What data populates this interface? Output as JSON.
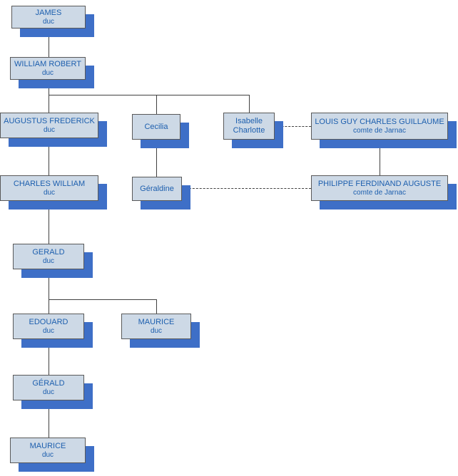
{
  "diagram": {
    "type": "family-tree",
    "colors": {
      "node_fill": "#cdd9e6",
      "node_border": "#595959",
      "node_text": "#1d5fae",
      "node_shadow": "#3e6fc7",
      "connector": "#404040",
      "background": "#ffffff"
    },
    "nodes": {
      "james": {
        "name": "JAMES",
        "title": "duc"
      },
      "william_robert": {
        "name": "WILLIAM ROBERT",
        "title": "duc"
      },
      "augustus_frederick": {
        "name": "AUGUSTUS FREDERICK",
        "title": "duc"
      },
      "cecilia": {
        "name": "Cecilia"
      },
      "isabelle_charlotte": {
        "name": "Isabelle",
        "name2": "Charlotte"
      },
      "louis_guy": {
        "name": "LOUIS GUY CHARLES GUILLAUME",
        "title": "comte de Jarnac"
      },
      "charles_william": {
        "name": "CHARLES WILLIAM",
        "title": "duc"
      },
      "geraldine": {
        "name": "Géraldine"
      },
      "philippe": {
        "name": "PHILIPPE FERDINAND AUGUSTE",
        "title": "comte de Jarnac"
      },
      "gerald": {
        "name": "GERALD",
        "title": "duc"
      },
      "edouard": {
        "name": "EDOUARD",
        "title": "duc"
      },
      "maurice_a": {
        "name": "MAURICE",
        "title": "duc"
      },
      "gerald2": {
        "name": "GÉRALD",
        "title": "duc"
      },
      "maurice_b": {
        "name": "MAURICE",
        "title": "duc"
      }
    },
    "edges": [
      {
        "from": "james",
        "to": "william_robert",
        "type": "descent"
      },
      {
        "from": "william_robert",
        "to": "augustus_frederick",
        "type": "descent"
      },
      {
        "from": "william_robert",
        "to": "cecilia",
        "type": "descent"
      },
      {
        "from": "william_robert",
        "to": "isabelle_charlotte",
        "type": "descent"
      },
      {
        "from": "isabelle_charlotte",
        "to": "louis_guy",
        "type": "marriage"
      },
      {
        "from": "augustus_frederick",
        "to": "charles_william",
        "type": "descent"
      },
      {
        "from": "cecilia",
        "to": "geraldine",
        "type": "descent"
      },
      {
        "from": "louis_guy",
        "to": "philippe",
        "type": "descent"
      },
      {
        "from": "geraldine",
        "to": "philippe",
        "type": "marriage"
      },
      {
        "from": "charles_william",
        "to": "gerald",
        "type": "descent"
      },
      {
        "from": "gerald",
        "to": "edouard",
        "type": "descent"
      },
      {
        "from": "gerald",
        "to": "maurice_a",
        "type": "descent"
      },
      {
        "from": "edouard",
        "to": "gerald2",
        "type": "descent"
      },
      {
        "from": "gerald2",
        "to": "maurice_b",
        "type": "descent"
      }
    ]
  }
}
